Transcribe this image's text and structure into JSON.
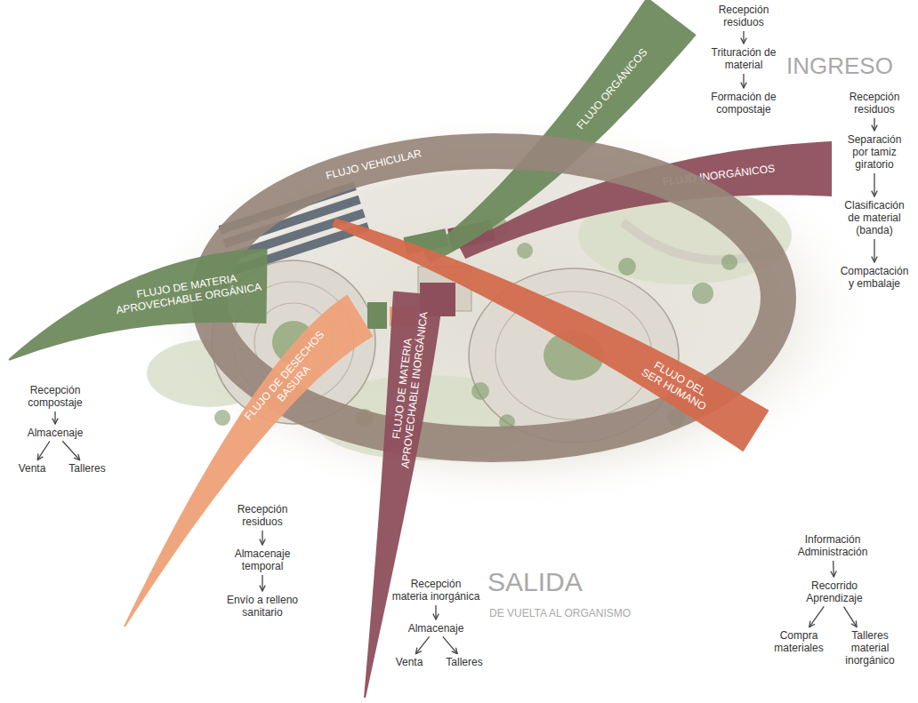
{
  "diagram": {
    "nodes": [
      {
        "text": [
          "FLUJO ORGÁNICOS"
        ]
      },
      {
        "text": [
          "Recepción residuos"
        ]
      },
      {
        "text": [
          "Trituración de material"
        ]
      },
      {
        "text": [
          "Formación de compostaje"
        ]
      },
      {
        "text": [
          "FLUJO INORGÁNICOS"
        ]
      },
      {
        "text": [
          "Recepción residuos"
        ]
      },
      {
        "text": [
          "Separación por tamiz giratorio"
        ]
      },
      {
        "text": [
          "Clasificación de material (banda)"
        ]
      },
      {
        "text": [
          "Compactación y embalaje"
        ]
      },
      {
        "text": [
          "FLUJO VEHICULAR"
        ]
      },
      {
        "text": [
          "FLUJO DE MATERIA APROVECHABLE ORGÁNICA"
        ]
      },
      {
        "text": [
          "Recepción compostaje"
        ]
      },
      {
        "text": [
          "Almacenaje"
        ]
      },
      {
        "text": [
          "Venta"
        ]
      },
      {
        "text": [
          "Talleres"
        ]
      },
      {
        "text": [
          "FLUJO DE DESECHOS BASURA"
        ]
      },
      {
        "text": [
          "Recepción residuos"
        ]
      },
      {
        "text": [
          "Almacenaje temporal"
        ]
      },
      {
        "text": [
          "Envío a relleno sanitario"
        ]
      },
      {
        "text": [
          "FLUJO DE MATERIA APROVECHABLE INORGÁNICA"
        ]
      },
      {
        "text": [
          "Recepción materia inorgánica"
        ]
      },
      {
        "text": [
          "Almacenaje"
        ]
      },
      {
        "text": [
          "Venta"
        ]
      },
      {
        "text": [
          "Talleres"
        ]
      },
      {
        "text": [
          "FLUJO DEL SER HUMANO"
        ]
      },
      {
        "text": [
          "Información Administración"
        ]
      },
      {
        "text": [
          "Recorrido Aprendizaje"
        ]
      },
      {
        "text": [
          "Compra materiales"
        ]
      },
      {
        "text": [
          "Talleres material inorgánico"
        ]
      }
    ],
    "edges": [
      {
        "from": 1,
        "to": 2,
        "arrow": "to"
      },
      {
        "from": 2,
        "to": 3,
        "arrow": "to"
      },
      {
        "from": 5,
        "to": 6,
        "arrow": "to"
      },
      {
        "from": 6,
        "to": 7,
        "arrow": "to"
      },
      {
        "from": 7,
        "to": 8,
        "arrow": "to"
      },
      {
        "from": 11,
        "to": 12,
        "arrow": "to"
      },
      {
        "from": 12,
        "to": 13,
        "arrow": "to"
      },
      {
        "from": 12,
        "to": 14,
        "arrow": "to"
      },
      {
        "from": 16,
        "to": 17,
        "arrow": "to"
      },
      {
        "from": 17,
        "to": 18,
        "arrow": "to"
      },
      {
        "from": 20,
        "to": 21,
        "arrow": "to"
      },
      {
        "from": 21,
        "to": 22,
        "arrow": "to"
      },
      {
        "from": 21,
        "to": 23,
        "arrow": "to"
      },
      {
        "from": 25,
        "to": 26,
        "arrow": "to"
      },
      {
        "from": 26,
        "to": 27,
        "arrow": "to"
      },
      {
        "from": 26,
        "to": 28,
        "arrow": "to"
      }
    ],
    "labels": [
      "INGRESO",
      "SALIDA",
      "DE VUELTA AL ORGANISMO"
    ]
  }
}
